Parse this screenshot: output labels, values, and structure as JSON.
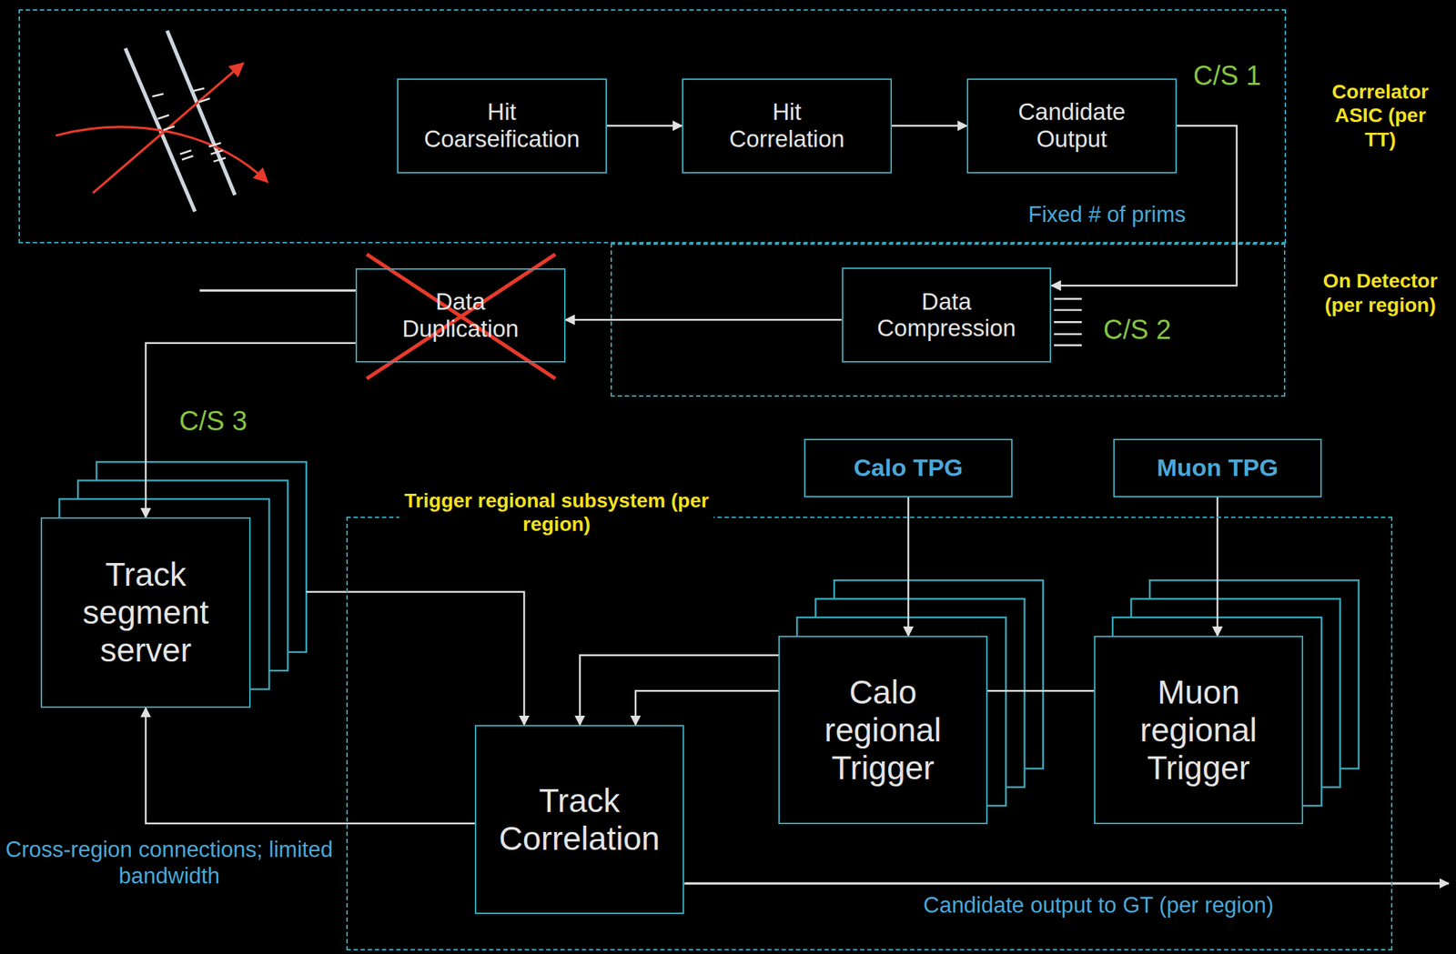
{
  "diagram": {
    "nodes": [
      {
        "text": [
          "Correlator ASIC (per TT)"
        ]
      },
      {
        "text": [
          "Hit Coarseification"
        ],
        "in": 0
      },
      {
        "text": [
          "Hit Correlation"
        ],
        "in": 0
      },
      {
        "text": [
          "Candidate Output"
        ],
        "in": 0
      },
      {
        "text": [
          "On Detector (per region)"
        ]
      },
      {
        "text": [
          "Data Compression"
        ],
        "in": 4
      },
      {
        "text": [
          "Data Duplication"
        ]
      },
      {
        "text": [
          "Track segment server"
        ]
      },
      {
        "text": [
          "Trigger regional subsystem (per region)"
        ]
      },
      {
        "text": [
          "Track Correlation"
        ],
        "in": 8
      },
      {
        "text": [
          "Calo TPG"
        ]
      },
      {
        "text": [
          "Muon TPG"
        ]
      },
      {
        "text": [
          "Calo regional Trigger"
        ],
        "in": 8
      },
      {
        "text": [
          "Muon regional Trigger"
        ],
        "in": 8
      }
    ],
    "edges": [
      {
        "from": 1,
        "to": 2,
        "arrow": "to"
      },
      {
        "from": 2,
        "to": 3,
        "arrow": "to"
      },
      {
        "from": 3,
        "to": 5,
        "arrow": "to"
      },
      {
        "from": 5,
        "to": 6,
        "arrow": "to"
      },
      {
        "from": 6,
        "to": 7,
        "arrow": "to"
      },
      {
        "from": 7,
        "to": 9,
        "arrow": "to"
      },
      {
        "from": 9,
        "to": 7,
        "label": "Cross-region connections; limited bandwidth",
        "arrow": "to"
      },
      {
        "from": 10,
        "to": 12,
        "arrow": "to"
      },
      {
        "from": 11,
        "to": 13,
        "arrow": "to"
      },
      {
        "from": 12,
        "to": 9,
        "arrow": "to"
      },
      {
        "from": 13,
        "to": 9,
        "arrow": "to"
      }
    ],
    "labels": [
      "C/S 1",
      "Fixed # of prims",
      "C/S 2",
      "C/S 3",
      "Candidate output to GT (per region)"
    ]
  }
}
